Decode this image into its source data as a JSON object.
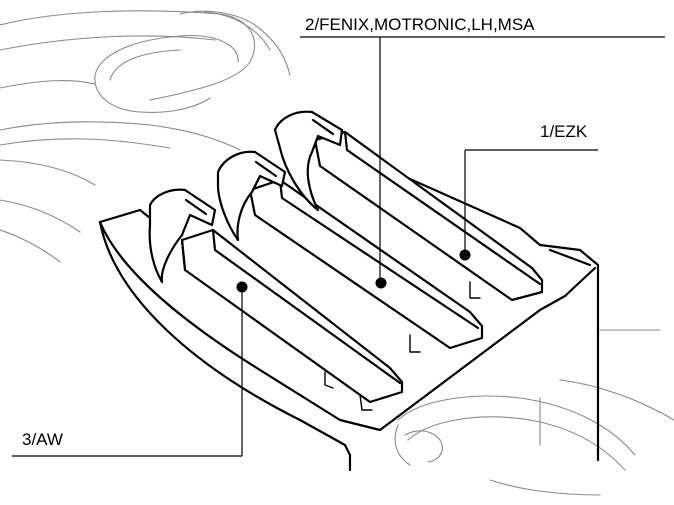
{
  "diagram": {
    "callouts": [
      {
        "id": "label-1",
        "text": "1/EZK"
      },
      {
        "id": "label-2",
        "text": "2/FENIX,MOTRONIC,LH,MSA"
      },
      {
        "id": "label-3",
        "text": "3/AW"
      }
    ]
  },
  "colors": {
    "line": "#000000",
    "detail_line": "#8a8a8a",
    "background": "#ffffff"
  }
}
